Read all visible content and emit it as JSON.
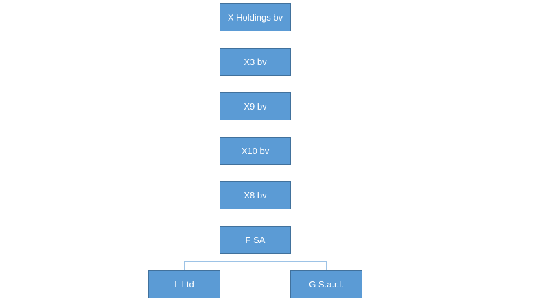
{
  "diagram": {
    "nodes": [
      {
        "id": "x-holdings",
        "label": "X Holdings bv"
      },
      {
        "id": "x3",
        "label": "X3 bv"
      },
      {
        "id": "x9",
        "label": "X9 bv"
      },
      {
        "id": "x10",
        "label": "X10 bv"
      },
      {
        "id": "x8",
        "label": "X8 bv"
      },
      {
        "id": "fsa",
        "label": "F SA"
      },
      {
        "id": "lltd",
        "label": "L Ltd"
      },
      {
        "id": "gsarl",
        "label": "G S.a.r.l."
      }
    ],
    "edges": [
      {
        "from": "x-holdings",
        "to": "x3"
      },
      {
        "from": "x3",
        "to": "x9"
      },
      {
        "from": "x9",
        "to": "x10"
      },
      {
        "from": "x10",
        "to": "x8"
      },
      {
        "from": "x8",
        "to": "fsa"
      },
      {
        "from": "fsa",
        "to": "lltd"
      },
      {
        "from": "fsa",
        "to": "gsarl"
      }
    ],
    "colors": {
      "node_fill": "#5b9bd5",
      "node_border": "#41719c",
      "node_text": "#ffffff",
      "connector": "#9dc3e6"
    }
  }
}
